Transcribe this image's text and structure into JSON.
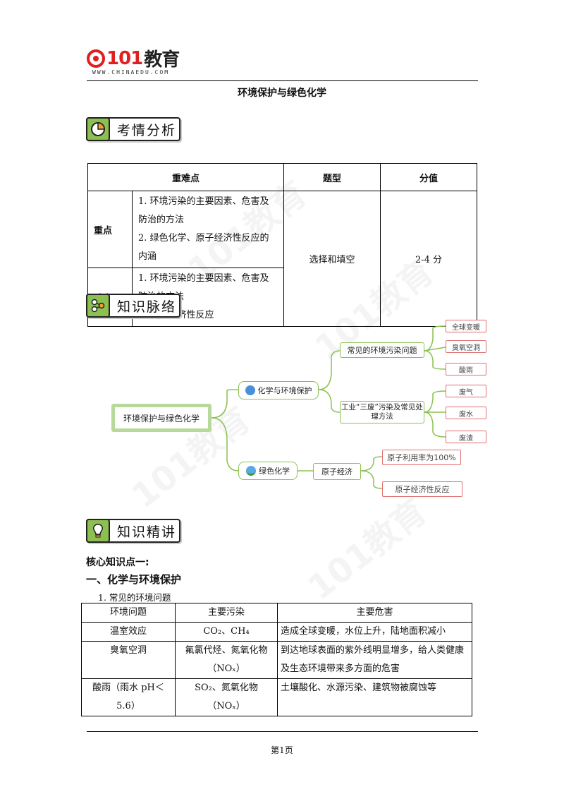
{
  "header": {
    "logo_number": "101",
    "logo_cn": "教育",
    "logo_site": "WWW.CHINAEDU.COM",
    "doc_title": "环境保护与绿色化学"
  },
  "sections": {
    "analysis": "考情分析",
    "knowledge_map": "知识脉络",
    "knowledge_detail": "知识精讲"
  },
  "exam_table": {
    "headers": [
      "重难点",
      "题型",
      "分值"
    ],
    "rows": [
      {
        "label": "重点",
        "items": [
          "1. 环境污染的主要因素、危害及防治的方法",
          "2. 绿色化学、原子经济性反应的内涵"
        ]
      },
      {
        "label": "难点",
        "items": [
          "1. 环境污染的主要因素、危害及防治的方法",
          "2. 原子经济性反应"
        ]
      }
    ],
    "type": "选择和填空",
    "score": "2-4 分"
  },
  "mindmap": {
    "root": "环境保护与绿色化学",
    "branch1": "化学与环境保护",
    "branch2": "绿色化学",
    "sub1": "常见的环境污染问题",
    "sub2": "工业“三废”污染及常见处理方法",
    "sub3": "原子经济",
    "leaves1": [
      "全球变暖",
      "臭氧空洞",
      "酸雨"
    ],
    "leaves2": [
      "废气",
      "废水",
      "废渣"
    ],
    "leaves3": [
      "原子利用率为100%",
      "原子经济性反应"
    ]
  },
  "content": {
    "core_point": "核心知识点一:",
    "section_title": "一、化学与环境保护",
    "subsection": "1. 常见的环境问题"
  },
  "env_table": {
    "headers": [
      "环境问题",
      "主要污染",
      "主要危害"
    ],
    "rows": [
      {
        "problem": "温室效应",
        "pollutant": "CO₂、CH₄",
        "harm": "造成全球变暖，水位上升，陆地面积减小"
      },
      {
        "problem": "臭氧空洞",
        "pollutant": "氟氯代烃、氮氧化物（NOₓ）",
        "harm": "到达地球表面的紫外线明显增多，给人类健康及生态环境带来多方面的危害"
      },
      {
        "problem": "酸雨（雨水 pH＜5.6）",
        "pollutant": "SO₂、氮氧化物（NOₓ）",
        "harm": "土壤酸化、水源污染、建筑物被腐蚀等"
      }
    ]
  },
  "footer": {
    "page": "第1页"
  },
  "colors": {
    "accent_green": "#8cc152",
    "logo_red": "#e02020",
    "leaf_border": "#e07070"
  }
}
